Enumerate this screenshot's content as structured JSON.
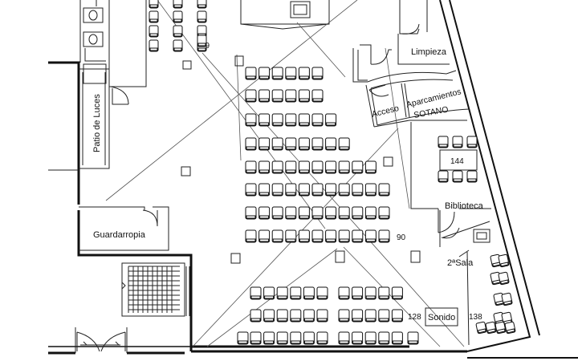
{
  "labels": {
    "limpieza": "Limpieza",
    "acceso": "Acceso",
    "aparcamientos": "Aparcamientos",
    "sotano": "SOTANO",
    "patio": "Patio de Luces",
    "guardarropia": "Guardarropia",
    "biblioteca": "Biblioteca",
    "sala2": "2ªSala",
    "sonido": "Sonido",
    "room144": "144",
    "seat19": "19",
    "seat90": "90",
    "seat128": "128",
    "seat138": "138"
  },
  "colors": {
    "line": "#111111",
    "background": "#ffffff"
  }
}
